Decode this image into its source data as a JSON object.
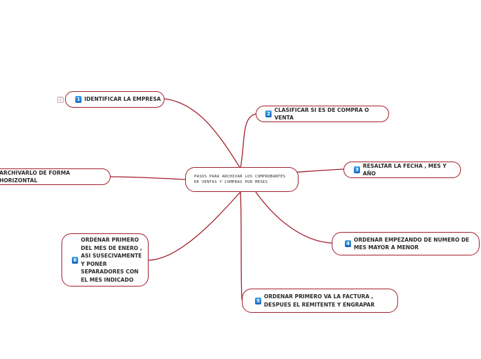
{
  "central": {
    "text": "PASOS PARA ARCHIVAR LOS COMPROBANTES DE VENTAS Y COMPRAS POR MESES"
  },
  "collapse_marker": "2",
  "topics": [
    {
      "badge": "1",
      "text": "IDENTIFICAR LA EMPRESA"
    },
    {
      "badge": "2",
      "text": "CLASIFICAR SI ES DE COMPRA O VENTA"
    },
    {
      "badge": "3",
      "text": "RESALTAR LA FECHA , MES Y AÑO"
    },
    {
      "badge": "4",
      "text": "ORDENAR EMPEZANDO DE NUMERO DE MES MAYOR A MENOR"
    },
    {
      "badge": "5",
      "text": "ORDENAR PRIMERO VA LA FACTURA , DESPUES EL REMITENTE Y ENGRAPAR"
    },
    {
      "badge": "6",
      "text": "ORDENAR PRIMERO DEL MES DE ENERO , ASI SUSECIVAMENTE Y PONER SEPARADORES CON EL MES INDICADO"
    },
    {
      "badge": "",
      "text": "ARCHIVARLO DE FORMA HORIZONTAL"
    }
  ],
  "colors": {
    "line": "#a31c2c",
    "badge": "#1e88e5",
    "text": "#2b2b2b"
  }
}
